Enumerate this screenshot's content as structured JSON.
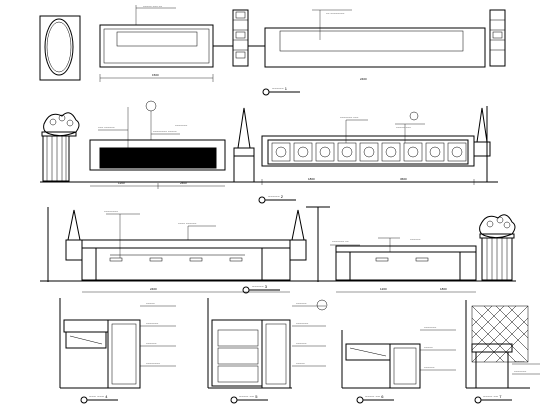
{
  "drawing": {
    "top_view": {
      "dims": [
        "1500",
        "2400"
      ],
      "leader_notes": [
        "~~~~~ ~~~ ~~",
        "~~ ~~~~~~~~"
      ],
      "title": "~~~~~ 1"
    },
    "elevation_a": {
      "leader_notes": [
        "~~~ ~~~~~~",
        "~~~~~~~~ ~~~~~",
        "~~~~~~~ ~~~",
        "~~~~~ ~~~"
      ],
      "dims": [
        "1200",
        "2400",
        "1800",
        "3600"
      ],
      "title": "~~~~~ 2"
    },
    "elevation_b": {
      "leader_notes": [
        "~~~~~~~~",
        "~~~~ ~~~~~~",
        "~~~~~~~ ~~",
        "~~~~~~"
      ],
      "dims": [
        "2400",
        "1200",
        "1800"
      ],
      "title": "~~~~~ 3"
    },
    "sections": [
      {
        "title": "~~~ ~~~ 4",
        "notes": [
          "~~~~~",
          "~~~~~~~",
          "~~~~~~",
          "~~~~~~~~"
        ]
      },
      {
        "title": "~~~~ ~~ 5",
        "notes": [
          "~~~~~~",
          "~~~~~~~",
          "~~~~~~",
          "~~~~~"
        ]
      },
      {
        "title": "~~~~ ~~ 6",
        "notes": [
          "~~~~~~~",
          "~~~~~",
          "~~~~~~"
        ]
      },
      {
        "title": "~~~~ ~~ 7",
        "notes": [
          "~~~~~~",
          "~~~~~~~"
        ]
      }
    ]
  }
}
